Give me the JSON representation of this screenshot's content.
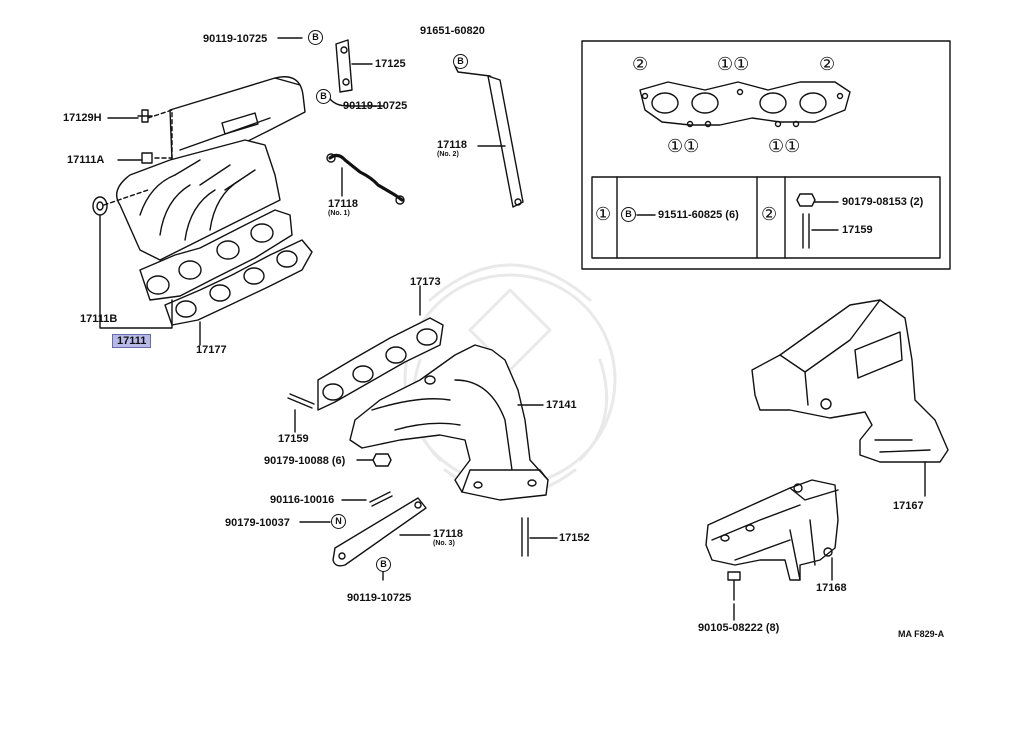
{
  "legend_marks": {
    "b": "B",
    "n": "N",
    "c1": "①",
    "c2": "②"
  },
  "labels": {
    "p90119_top": "90119-10725",
    "p17125": "17125",
    "p90119_mid": "90119-10725",
    "p17129H": "17129H",
    "p17111A": "17111A",
    "p17111B": "17111B",
    "p17111": "17111",
    "p17177": "17177",
    "p91651": "91651-60820",
    "p17118_no2": "17118",
    "p17118_no2_sub": "(No. 2)",
    "p17118_no1": "17118",
    "p17118_no1_sub": "(No. 1)",
    "p17173": "17173",
    "p17141": "17141",
    "p17159": "17159",
    "p90179_10088": "90179-10088 (6)",
    "p90116": "90116-10016",
    "p90179_10037": "90179-10037",
    "p17118_no3": "17118",
    "p17118_no3_sub": "(No. 3)",
    "p17152": "17152",
    "p90119_bot": "90119-10725",
    "p17167": "17167",
    "p17168": "17168",
    "p90105": "90105-08222 (8)",
    "ref": "MA F829-A"
  },
  "inset": {
    "row1_left": "②",
    "row1_mid": "①①",
    "row1_right": "②",
    "row2_left": "①①",
    "row2_right": "①①",
    "cell1_mark": "①",
    "cell1_part": "91511-60825 (6)",
    "cell2_mark": "②",
    "cell2_nut": "90179-08153 (2)",
    "cell2_stud": "17159"
  }
}
